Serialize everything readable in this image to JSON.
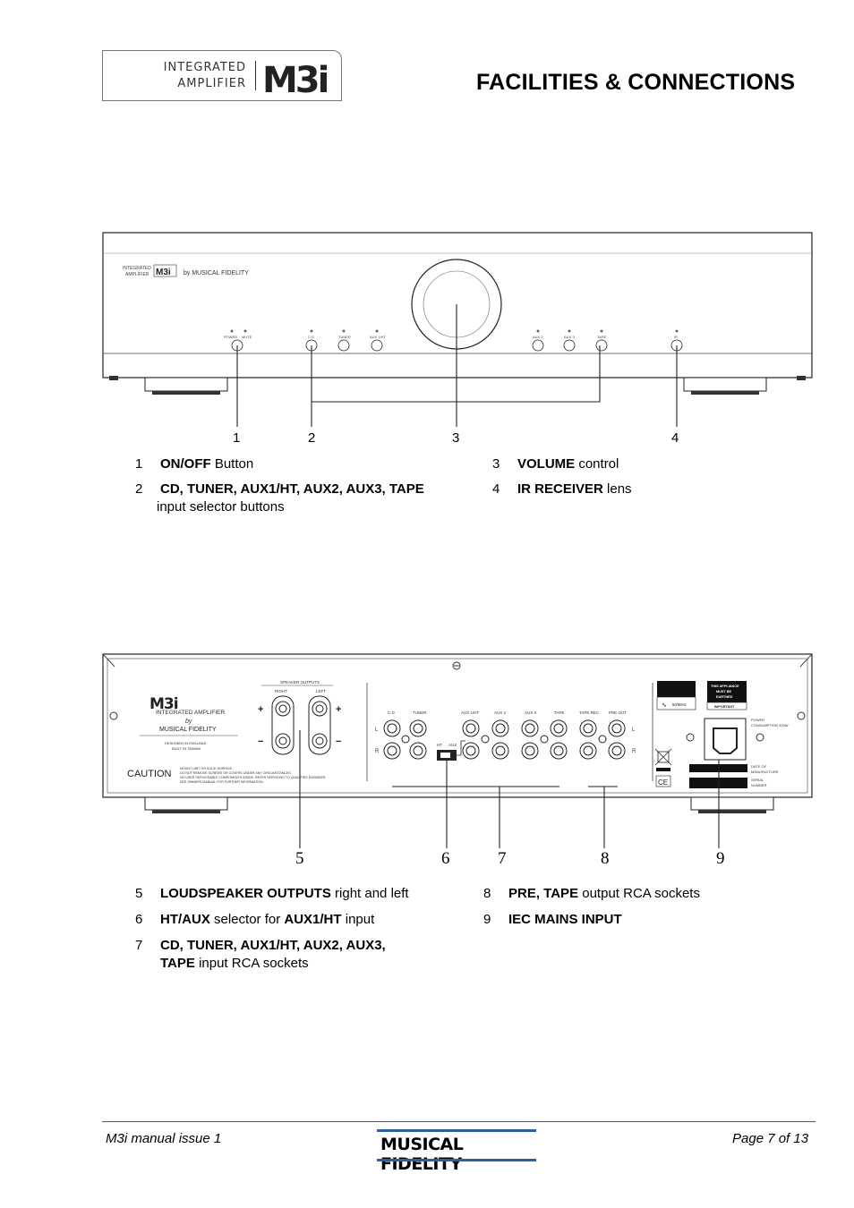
{
  "header": {
    "logo_line1": "INTEGRATED",
    "logo_line2": "AMPLIFIER",
    "logo_model": "M3i",
    "title": "FACILITIES & CONNECTIONS"
  },
  "front_panel": {
    "logo_small_line1": "INTEGRATED",
    "logo_small_line2": "AMPLIFIER",
    "brand": "by MUSICAL FIDELITY",
    "labels": {
      "power": "POWER",
      "mute": "MUTE",
      "cd": "C D",
      "tuner": "TUNER",
      "aux1": "AUX 1/HT",
      "aux2": "AUX 2",
      "aux3": "AUX 3",
      "tape": "TAPE",
      "ir": "IR"
    },
    "callouts": [
      "1",
      "2",
      "3",
      "4"
    ]
  },
  "front_items": [
    {
      "num": "1",
      "bold": "ON/OFF",
      "rest": " Button"
    },
    {
      "num": "2",
      "bold": "CD, TUNER, AUX1/HT, AUX2, AUX3, TAPE",
      "rest": " input selector buttons"
    },
    {
      "num": "3",
      "bold": "VOLUME",
      "rest": " control"
    },
    {
      "num": "4",
      "bold": "IR RECEIVER",
      "rest": " lens"
    }
  ],
  "rear_panel": {
    "model": "M3i",
    "integrated": "INTEGRATED AMPLIFIER",
    "by": "by",
    "brand": "MUSICAL FIDELITY",
    "designed": "DESIGNED IN ENGLAND",
    "built": "BUILT IN TAIWAN",
    "caution": "CAUTION",
    "caution_lines": [
      "MOUNT UNIT ON SOLID SURFACE.",
      "DO NOT REMOVE SCREWS OR COVERS UNDER ANY CIRCUMSTANCES.",
      "NO USER SERVICEABLE COMPONENTS INSIDE. REFER SERVICING TO QUALIFIED ENGINEER.",
      "SEE OWNERS MANUAL FOR FURTHER INFORMATION."
    ],
    "speaker_outputs": "SPEAKER OUTPUTS",
    "right": "RIGHT",
    "left": "LEFT",
    "plus": "+",
    "minus": "−",
    "inputs": {
      "cd": "C.D",
      "tuner": "TUNER",
      "aux1": "AUX 1/HT",
      "aux2": "AUX 2",
      "aux3": "AUX 3",
      "tape": "TAPE",
      "tape_rec": "TAPE REC",
      "pre_out": "PRE OUT"
    },
    "lr_l": "L",
    "lr_r": "R",
    "ht": "HT",
    "aux": "AUX",
    "freq": "50/60Hz",
    "earthed1": "THIS APPLIANCE",
    "earthed2": "MUST BE",
    "earthed3": "EARTHED",
    "important": "IMPORTANT",
    "power1": "POWER",
    "power2": "CONSUMPTION 320W",
    "date1": "DATE OF",
    "date2": "MANUFACTURE",
    "serial1": "SERIAL",
    "serial2": "NUMBER",
    "ce": "CE",
    "callouts": [
      "5",
      "6",
      "7",
      "8",
      "9"
    ]
  },
  "rear_items": [
    {
      "num": "5",
      "bold": "LOUDSPEAKER OUTPUTS",
      "rest": " right and left"
    },
    {
      "num": "6",
      "bold": "HT/AUX",
      "rest": " selector for ",
      "bold2": "AUX1/HT",
      "rest2": " input"
    },
    {
      "num": "7",
      "bold": "CD, TUNER, AUX1/HT, AUX2, AUX3,",
      "line2_bold": "TAPE",
      "line2_rest": " input RCA sockets"
    },
    {
      "num": "8",
      "bold": "PRE, TAPE",
      "rest": " output RCA sockets"
    },
    {
      "num": "9",
      "bold": "IEC MAINS INPUT"
    }
  ],
  "footer": {
    "left": "M3i manual issue 1",
    "brand": "MUSICAL FIDELITY",
    "right": "Page 7 of 13"
  },
  "colors": {
    "brand_blue": "#2a5fa8",
    "line": "#222222"
  }
}
